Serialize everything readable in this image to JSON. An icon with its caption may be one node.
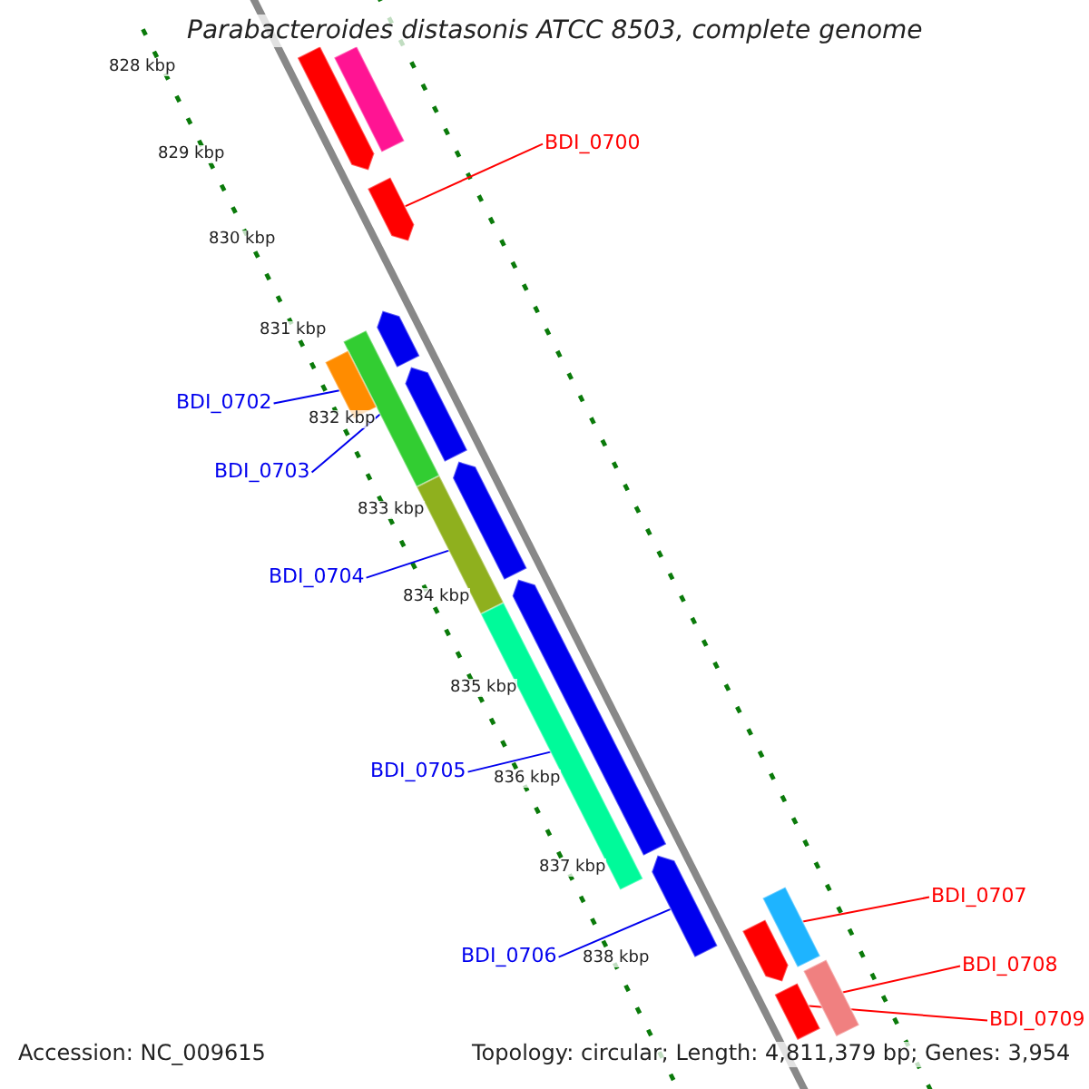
{
  "diagram": {
    "title": "Parabacteroides distasonis ATCC 8503, complete genome",
    "nodes": [
      {
        "text": [
          "BDI_0700"
        ]
      },
      {
        "text": [
          "BDI_0702"
        ]
      },
      {
        "text": [
          "BDI_0703"
        ]
      },
      {
        "text": [
          "BDI_0704"
        ]
      },
      {
        "text": [
          "BDI_0705"
        ]
      },
      {
        "text": [
          "BDI_0706"
        ]
      },
      {
        "text": [
          "BDI_0707"
        ]
      },
      {
        "text": [
          "BDI_0708"
        ]
      },
      {
        "text": [
          "BDI_0709"
        ]
      },
      {
        "text": [],
        "shape": "bar"
      },
      {
        "text": [],
        "shape": "bar"
      },
      {
        "text": [],
        "shape": "bar"
      },
      {
        "text": [],
        "shape": "bar"
      },
      {
        "text": [],
        "shape": "bar"
      },
      {
        "text": [],
        "shape": "bar"
      },
      {
        "text": [],
        "shape": "bar"
      },
      {
        "text": [],
        "shape": "bar"
      },
      {
        "text": [],
        "shape": "bar"
      },
      {
        "text": [],
        "shape": "bar"
      },
      {
        "text": [],
        "shape": "bar"
      },
      {
        "text": [],
        "shape": "bar"
      },
      {
        "text": [],
        "shape": "bar"
      },
      {
        "text": [],
        "shape": "bar"
      },
      {
        "text": [],
        "shape": "bar"
      },
      {
        "text": [],
        "shape": "bar"
      }
    ],
    "edges": [
      {
        "from": 0,
        "to": 11,
        "arrow": "none",
        "color": "#ff0000"
      },
      {
        "from": 1,
        "to": 14,
        "arrow": "none"
      },
      {
        "from": 2,
        "to": 13,
        "arrow": "none"
      },
      {
        "from": 3,
        "to": 17,
        "arrow": "none"
      },
      {
        "from": 4,
        "to": 19,
        "arrow": "none"
      },
      {
        "from": 5,
        "to": 20,
        "arrow": "none"
      },
      {
        "from": 6,
        "to": 21,
        "arrow": "none",
        "color": "#ff0000"
      },
      {
        "from": 7,
        "to": 23,
        "arrow": "none",
        "color": "#ff0000"
      },
      {
        "from": 8,
        "to": 24,
        "arrow": "none",
        "color": "#ff0000"
      }
    ],
    "labels": [
      "828 kbp",
      "829 kbp",
      "830 kbp",
      "831 kbp",
      "832 kbp",
      "833 kbp",
      "834 kbp",
      "835 kbp",
      "836 kbp",
      "837 kbp",
      "838 kbp",
      "Accession: NC_009615",
      "Topology: circular; Length: 4,811,379 bp; Genes: 3,954"
    ]
  }
}
